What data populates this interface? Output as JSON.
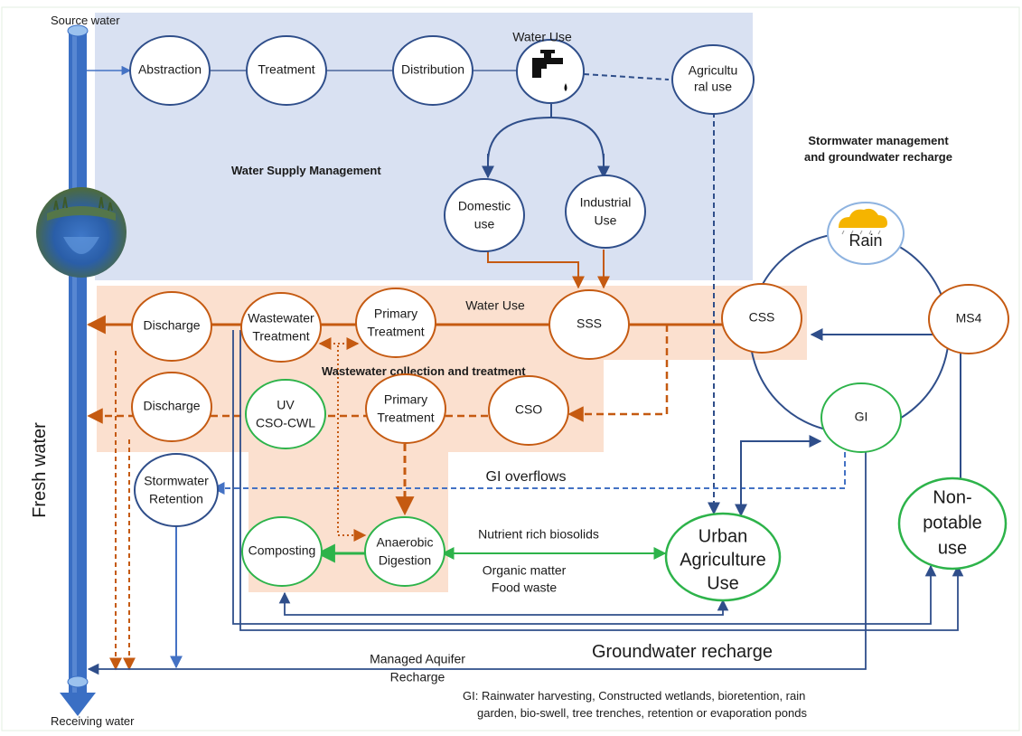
{
  "rivers": {
    "source": "Source water",
    "receiving": "Receiving water",
    "fresh": "Fresh water"
  },
  "supply": {
    "title": "Water Supply Management",
    "abstraction": "Abstraction",
    "treatment": "Treatment",
    "distribution": "Distribution",
    "water_use": "Water Use",
    "agri_1": "Agricultu",
    "agri_2": "ral use",
    "domestic_1": "Domestic",
    "domestic_2": "use",
    "industrial_1": "Industrial",
    "industrial_2": "Use"
  },
  "wastewater": {
    "title": "Wastewater collection and treatment",
    "water_use": "Water Use",
    "discharge": "Discharge",
    "wwt_1": "Wastewater",
    "wwt_2": "Treatment",
    "primary_1": "Primary",
    "primary_2": "Treatment",
    "sss": "SSS",
    "discharge2": "Discharge",
    "uv_1": "UV",
    "uv_2": "CSO-CWL",
    "primary2_1": "Primary",
    "primary2_2": "Treatment",
    "cso": "CSO",
    "composting": "Composting",
    "anaerobic_1": "Anaerobic",
    "anaerobic_2": "Digestion"
  },
  "storm": {
    "title_1": "Stormwater management",
    "title_2": "and groundwater recharge",
    "rain": "Rain",
    "css": "CSS",
    "ms4": "MS4",
    "gi": "GI",
    "gi_overflows": "GI overflows",
    "retention_1": "Stormwater",
    "retention_2": "Retention",
    "nonpotable_1": "Non-",
    "nonpotable_2": "potable",
    "nonpotable_3": "use"
  },
  "agriculture": {
    "urban_1": "Urban",
    "urban_2": "Agriculture",
    "urban_3": "Use",
    "nutrient": "Nutrient rich biosolids",
    "organic": "Organic matter",
    "food": "Food waste"
  },
  "recharge": {
    "groundwater": "Groundwater recharge",
    "mar_1": "Managed Aquifer",
    "mar_2": "Recharge"
  },
  "footnote": {
    "line1": "GI: Rainwater harvesting, Constructed wetlands, bioretention, rain",
    "line2": "garden, bio-swell, tree trenches, retention or evaporation ponds"
  },
  "colors": {
    "supply_bg": "#d9e1f2",
    "wastewater_bg": "#fbe0cf",
    "blue_node": "#2f4e8a",
    "orange_node": "#c55a11",
    "green_node": "#2db34a",
    "river": "#3a6fc4"
  }
}
